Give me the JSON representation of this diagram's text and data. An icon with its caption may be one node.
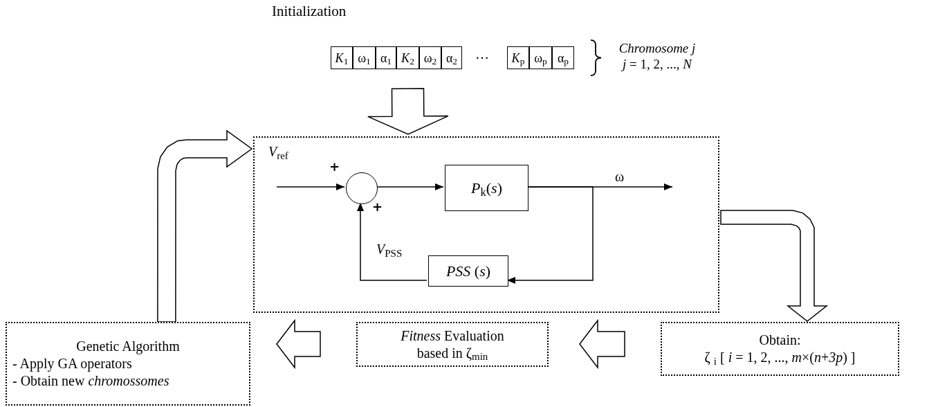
{
  "diagram": {
    "nodes": [
      {
        "text": [
          "*K*$_{1}$"
        ]
      },
      {
        "text": [
          "ω$_{1}$"
        ]
      },
      {
        "text": [
          "α$_{1}$"
        ]
      },
      {
        "text": [
          "*K*$_{2}$"
        ]
      },
      {
        "text": [
          "ω$_{2}$"
        ]
      },
      {
        "text": [
          "α$_{2}$"
        ]
      },
      {
        "text": [
          "*K*$_{p}$"
        ]
      },
      {
        "text": [
          "ω$_{p}$"
        ]
      },
      {
        "text": [
          "α$_{p}$"
        ],
        "beside": [
          "Chromosome j",
          "*j* = 1, 2, ..., *N*"
        ]
      },
      {
        "text": [],
        "shape": "box"
      },
      {
        "text": [],
        "shape": "circle",
        "in": 9
      },
      {
        "text": [
          "*P*$_{k}$(*s*)"
        ],
        "in": 9
      },
      {
        "text": [
          "*PSS* (*s*)"
        ],
        "in": 9
      },
      {
        "text": [
          "Genetic Algorithm",
          "- Apply GA operators",
          "- Obtain new *chromossomes*"
        ]
      },
      {
        "text": [
          "*Fitness* Evaluation based in ζ$_{min}$"
        ]
      },
      {
        "text": [
          "Obtain:",
          "ζ $_{i}$ [ *i* = 1, 2, ..., *m*×(*n*+*3p*) ]"
        ]
      }
    ],
    "edges": [
      {
        "from": 3,
        "to": 9,
        "arrow": "to",
        "style": "thick"
      },
      {
        "from": 9,
        "to": 15,
        "arrow": "to",
        "style": "thick"
      },
      {
        "from": 15,
        "to": 14,
        "arrow": "to",
        "style": "thick"
      },
      {
        "from": 14,
        "to": 13,
        "arrow": "to",
        "style": "thick"
      },
      {
        "from": 13,
        "to": 9,
        "arrow": "to",
        "style": "thick"
      },
      {
        "from": null,
        "to": 10,
        "arrow": "to",
        "label": "*V*$_{ref}$"
      },
      {
        "from": 10,
        "to": 11,
        "arrow": "to"
      },
      {
        "from": 11,
        "to": null,
        "arrow": "to",
        "label": "ω"
      },
      {
        "from": 11,
        "to": 12,
        "arrow": "to"
      },
      {
        "from": 12,
        "to": 10,
        "arrow": "to",
        "label": "*V*$_{PSS}$"
      }
    ],
    "labels": [
      "Initialization",
      "…",
      "+",
      "+"
    ]
  }
}
